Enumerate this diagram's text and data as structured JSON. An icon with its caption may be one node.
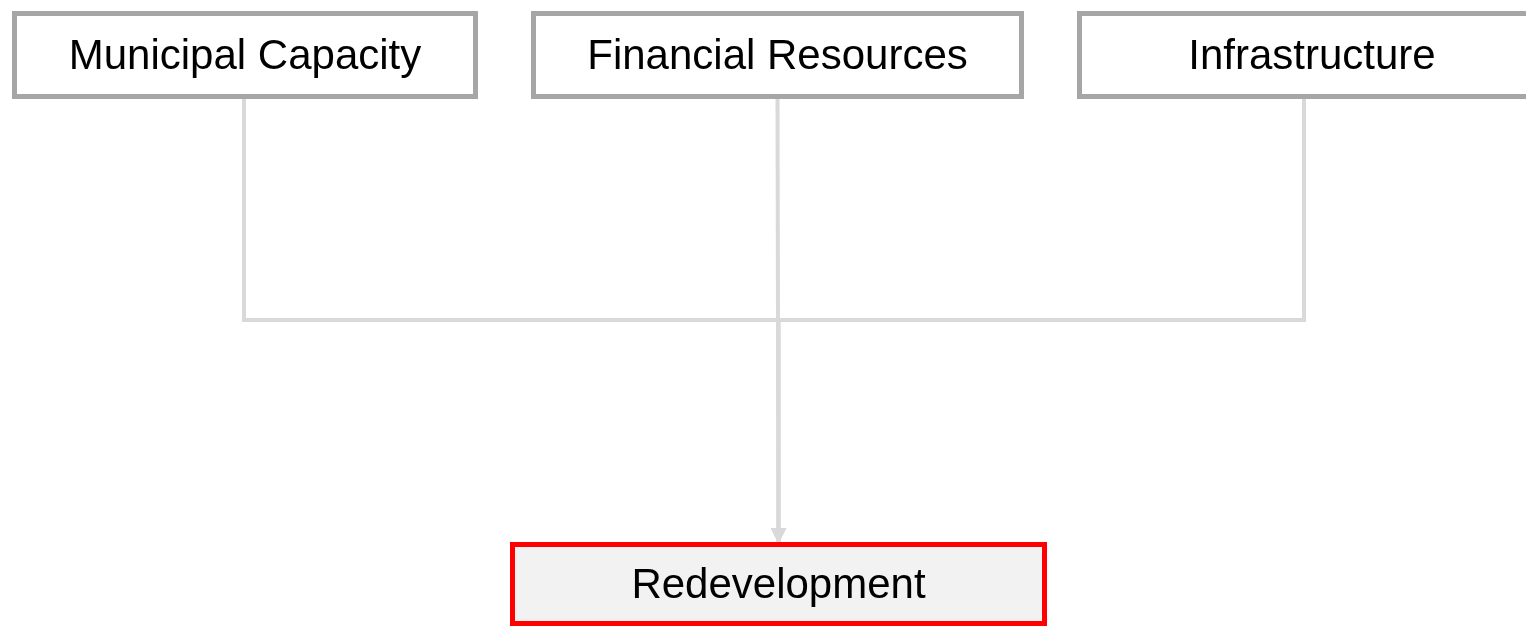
{
  "diagram": {
    "nodes": [
      {
        "text": [
          "Municipal Capacity"
        ]
      },
      {
        "text": [
          "Financial Resources"
        ]
      },
      {
        "text": [
          "Infrastructure"
        ]
      },
      {
        "text": [
          "Redevelopment"
        ]
      }
    ],
    "edges": [
      {
        "from": 0,
        "to": 3,
        "arrow": "to"
      },
      {
        "from": 1,
        "to": 3,
        "arrow": "to"
      },
      {
        "from": 2,
        "to": 3,
        "arrow": "to"
      }
    ]
  }
}
